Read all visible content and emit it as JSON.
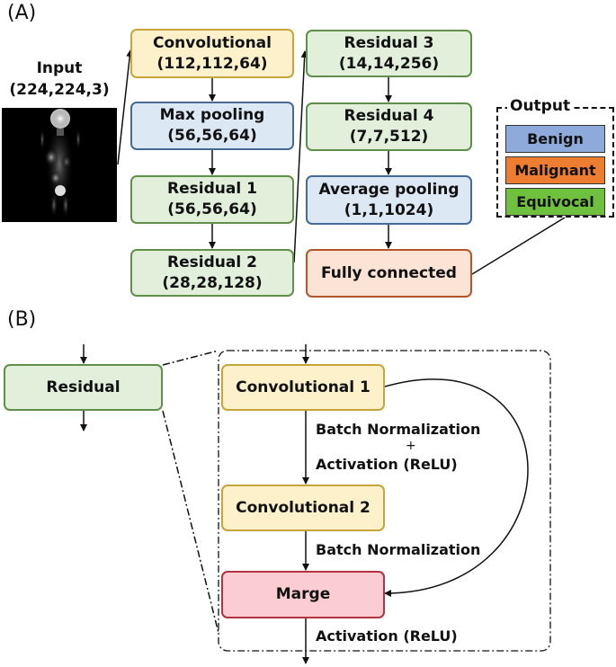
{
  "panel_a": {
    "label": "(A)",
    "input": {
      "title": "Input",
      "shape": "(224,224,3)"
    },
    "boxes": {
      "conv": {
        "title": "Convolutional",
        "shape": "(112,112,64)"
      },
      "maxpool": {
        "title": "Max pooling",
        "shape": "(56,56,64)"
      },
      "res1": {
        "title": "Residual 1",
        "shape": "(56,56,64)"
      },
      "res2": {
        "title": "Residual 2",
        "shape": "(28,28,128)"
      },
      "res3": {
        "title": "Residual 3",
        "shape": "(14,14,256)"
      },
      "res4": {
        "title": "Residual 4",
        "shape": "(7,7,512)"
      },
      "avgpool": {
        "title": "Average pooling",
        "shape": "(1,1,1024)"
      },
      "fc": {
        "title": "Fully connected"
      }
    },
    "output": {
      "title": "Output",
      "items": [
        {
          "label": "Benign",
          "color": "#8eaadb"
        },
        {
          "label": "Malignant",
          "color": "#ed7d31"
        },
        {
          "label": "Equivocal",
          "color": "#70c040"
        }
      ]
    }
  },
  "panel_b": {
    "label": "(B)",
    "residual": "Residual",
    "conv1": "Convolutional 1",
    "conv2": "Convolutional 2",
    "merge": "Marge",
    "annot1_line1": "Batch Normalization",
    "annot1_plus": "+",
    "annot1_line2": "Activation (ReLU)",
    "annot2": "Batch Normalization",
    "annot3": "Activation (ReLU)"
  }
}
